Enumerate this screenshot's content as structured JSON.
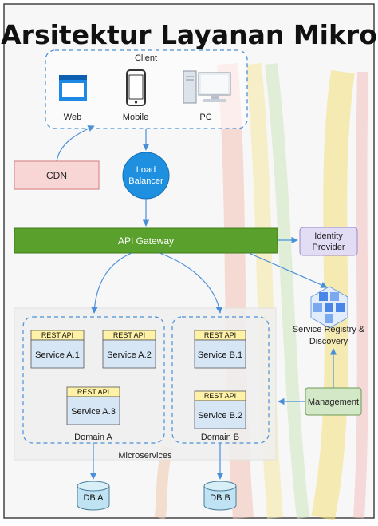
{
  "title": "Arsitektur Layanan Mikro",
  "client": {
    "label": "Client",
    "devices": [
      {
        "label": "Web",
        "icon": "browser-window-icon"
      },
      {
        "label": "Mobile",
        "icon": "mobile-phone-icon"
      },
      {
        "label": "PC",
        "icon": "desktop-pc-icon"
      }
    ]
  },
  "cdn": {
    "label": "CDN"
  },
  "load_balancer": {
    "line1": "Load",
    "line2": "Balancer"
  },
  "api_gateway": {
    "label": "API Gateway"
  },
  "identity_provider": {
    "line1": "Identity",
    "line2": "Provider"
  },
  "service_registry": {
    "line1": "Service Registry &",
    "line2": "Discovery",
    "icon": "cube-cluster-icon"
  },
  "management": {
    "label": "Management"
  },
  "microservices": {
    "label": "Microservices",
    "rest_tag": "REST API",
    "domain_a": {
      "label": "Domain A",
      "services": [
        "Service A.1",
        "Service A.2",
        "Service A.3"
      ]
    },
    "domain_b": {
      "label": "Domain B",
      "services": [
        "Service B.1",
        "Service B.2"
      ]
    }
  },
  "databases": [
    "DB A",
    "DB B"
  ],
  "colors": {
    "accent_blue": "#4a90d9",
    "gateway_green": "#5aa02c",
    "cdn_fill": "#f8d6d6",
    "cdn_border": "#d98c8c",
    "identity_fill": "#e3dcf5",
    "management_fill": "#d3e8c6",
    "service_fill": "#d7e6f4",
    "rest_tag_fill": "#fff2a6",
    "load_balancer_fill": "#1f8fe0"
  }
}
